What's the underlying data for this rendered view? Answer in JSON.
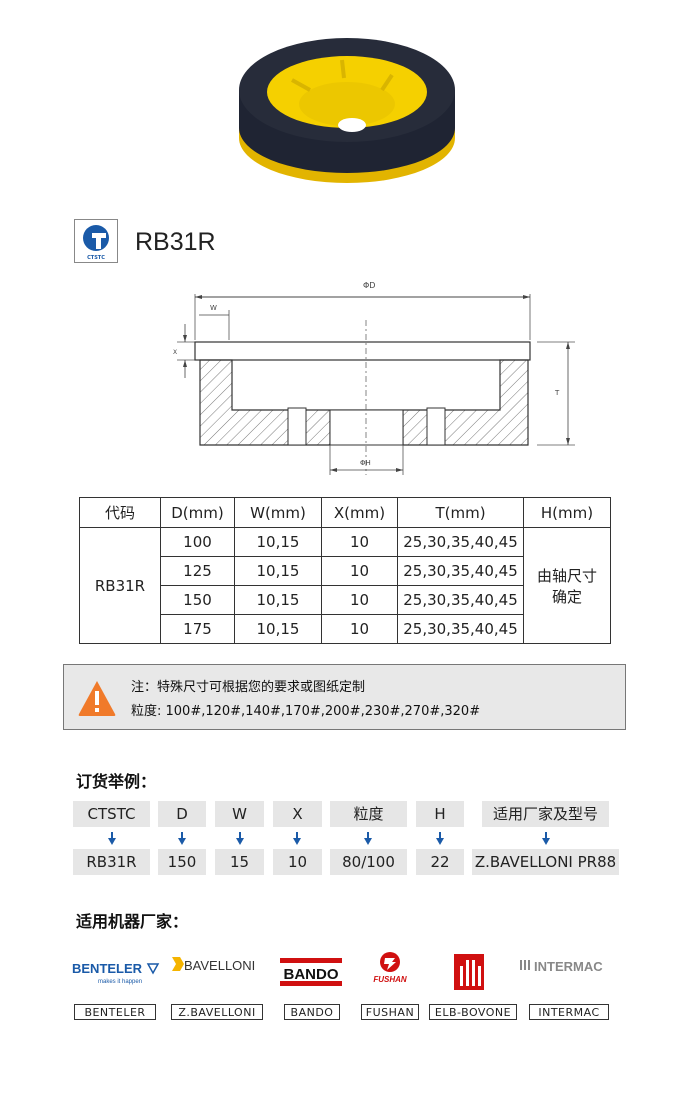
{
  "header": {
    "title": "RB31R",
    "logo_text": "CTSTC"
  },
  "drawing": {
    "label_d": "ΦD",
    "label_w": "W",
    "label_x": "X",
    "label_t": "T",
    "label_h": "ΦH"
  },
  "spec_table": {
    "headers": [
      "代码",
      "D(mm)",
      "W(mm)",
      "X(mm)",
      "T(mm)",
      "H(mm)"
    ],
    "code": "RB31R",
    "rows": [
      {
        "d": "100",
        "w": "10,15",
        "x": "10",
        "t": "25,30,35,40,45"
      },
      {
        "d": "125",
        "w": "10,15",
        "x": "10",
        "t": "25,30,35,40,45"
      },
      {
        "d": "150",
        "w": "10,15",
        "x": "10",
        "t": "25,30,35,40,45"
      },
      {
        "d": "175",
        "w": "10,15",
        "x": "10",
        "t": "25,30,35,40,45"
      }
    ],
    "h_line1": "由轴尺寸",
    "h_line2": "确定"
  },
  "note": {
    "line1": "注：特殊尺寸可根据您的要求或图纸定制",
    "line2": "粒度: 100#,120#,140#,170#,200#,230#,270#,320#"
  },
  "order": {
    "title": "订货举例：",
    "keys": [
      "CTSTC",
      "D",
      "W",
      "X",
      "粒度",
      "H",
      "适用厂家及型号"
    ],
    "values": [
      "RB31R",
      "150",
      "15",
      "10",
      "80/100",
      "22",
      "Z.BAVELLONI PR88"
    ]
  },
  "machines": {
    "title": "适用机器厂家：",
    "brands": [
      "BENTELER",
      "Z.BAVELLONI",
      "BANDO",
      "FUSHAN",
      "ELB-BOVONE",
      "INTERMAC"
    ],
    "logo_benteler": "BENTELER",
    "logo_benteler_sub": "makes it happen",
    "logo_bavelloni": "BAVELLONI",
    "logo_bando": "BANDO",
    "logo_fushan": "FUSHAN",
    "logo_intermac": "INTERMAC"
  },
  "colors": {
    "accent_blue": "#1a5aa8",
    "warning_orange": "#f07a2a",
    "wheel_yellow": "#f5d000",
    "wheel_dark": "#1f2433"
  }
}
